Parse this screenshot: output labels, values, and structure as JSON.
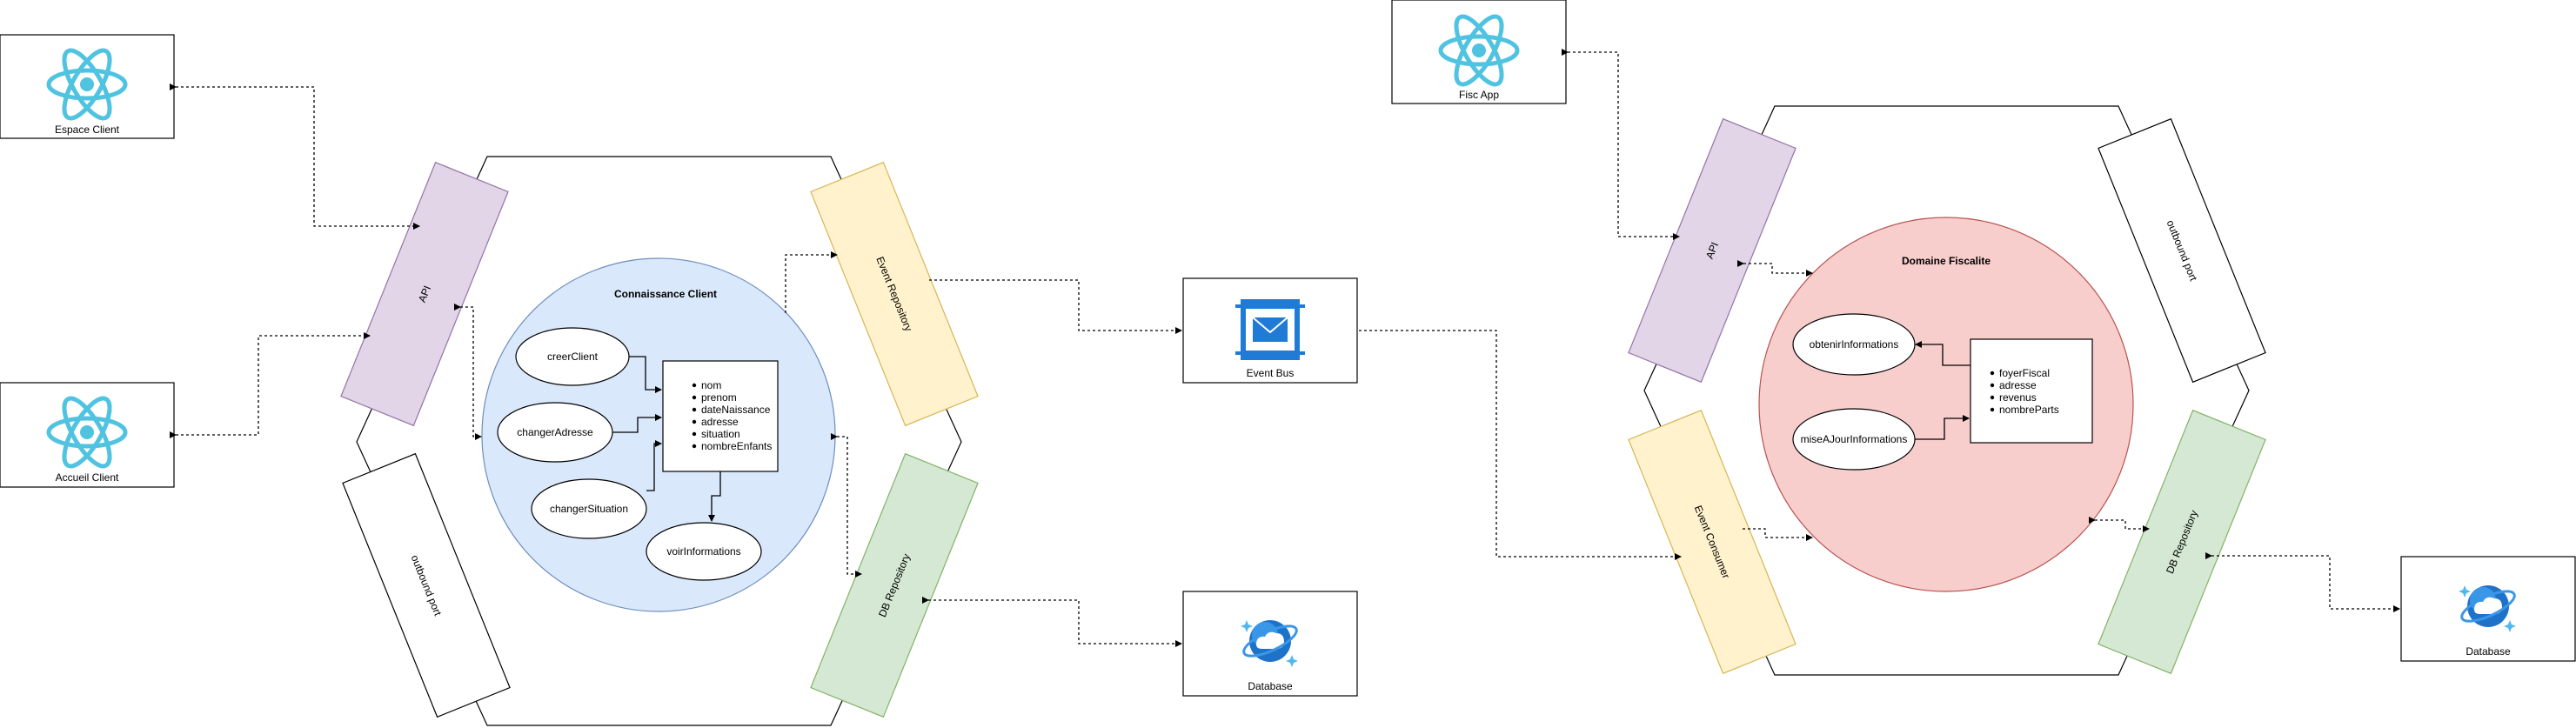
{
  "apps": {
    "espace_client": "Espace Client",
    "accueil_client": "Accueil Client",
    "fisc_app": "Fisc App"
  },
  "left": {
    "domain_title": "Connaissance Client",
    "api": "API",
    "event_repository": "Event Repository",
    "db_repository": "DB Repository",
    "outbound_port": "outbound port",
    "actions": {
      "creer_client": "creerClient",
      "changer_adresse": "changerAdresse",
      "changer_situation": "changerSituation",
      "voir_informations": "voirInformations"
    },
    "fields": [
      "nom",
      "prenom",
      "dateNaissance",
      "adresse",
      "situation",
      "nombreEnfants"
    ]
  },
  "middle": {
    "event_bus": "Event Bus",
    "database": "Database"
  },
  "right": {
    "domain_title": "Domaine Fiscalite",
    "api": "API",
    "event_consumer": "Event Consumer",
    "db_repository": "DB Repository",
    "outbound_port": "outbound port",
    "actions": {
      "obtenir_informations": "obtenirInformations",
      "mise_a_jour_informations": "miseAJourInformations"
    },
    "fields": [
      "foyerFiscal",
      "adresse",
      "revenus",
      "nombreParts"
    ],
    "database": "Database"
  },
  "colors": {
    "api_fill": "#e1d5e7",
    "api_stroke": "#9673a6",
    "event_fill": "#fff2cc",
    "event_stroke": "#d6b656",
    "db_fill": "#d5e8d4",
    "db_stroke": "#82b366",
    "client_domain_fill": "#dae8fc",
    "client_domain_stroke": "#6c8ebf",
    "fisc_domain_fill": "#f8cecc",
    "fisc_domain_stroke": "#b85450",
    "react": "#4fc3e0",
    "mail": "#1f7bd6"
  }
}
